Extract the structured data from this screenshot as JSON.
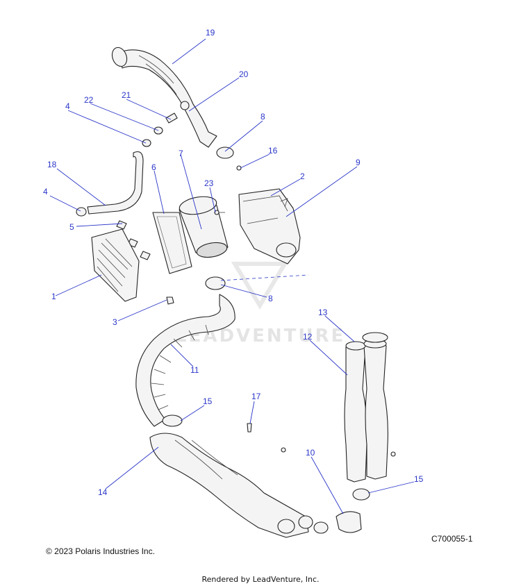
{
  "diagram": {
    "figure_id": "C700055-1",
    "copyright": "© 2023 Polaris Industries Inc.",
    "rendered_by": "Rendered by LeadVenture, Inc.",
    "watermark": "LEADVENTURE",
    "callouts": [
      "1",
      "2",
      "3",
      "4",
      "4",
      "5",
      "6",
      "7",
      "8",
      "8",
      "9",
      "10",
      "11",
      "12",
      "13",
      "14",
      "15",
      "15",
      "16",
      "17",
      "18",
      "19",
      "20",
      "21",
      "22",
      "23"
    ]
  },
  "colors": {
    "callout": "#2a36c8",
    "line": "#222222"
  }
}
